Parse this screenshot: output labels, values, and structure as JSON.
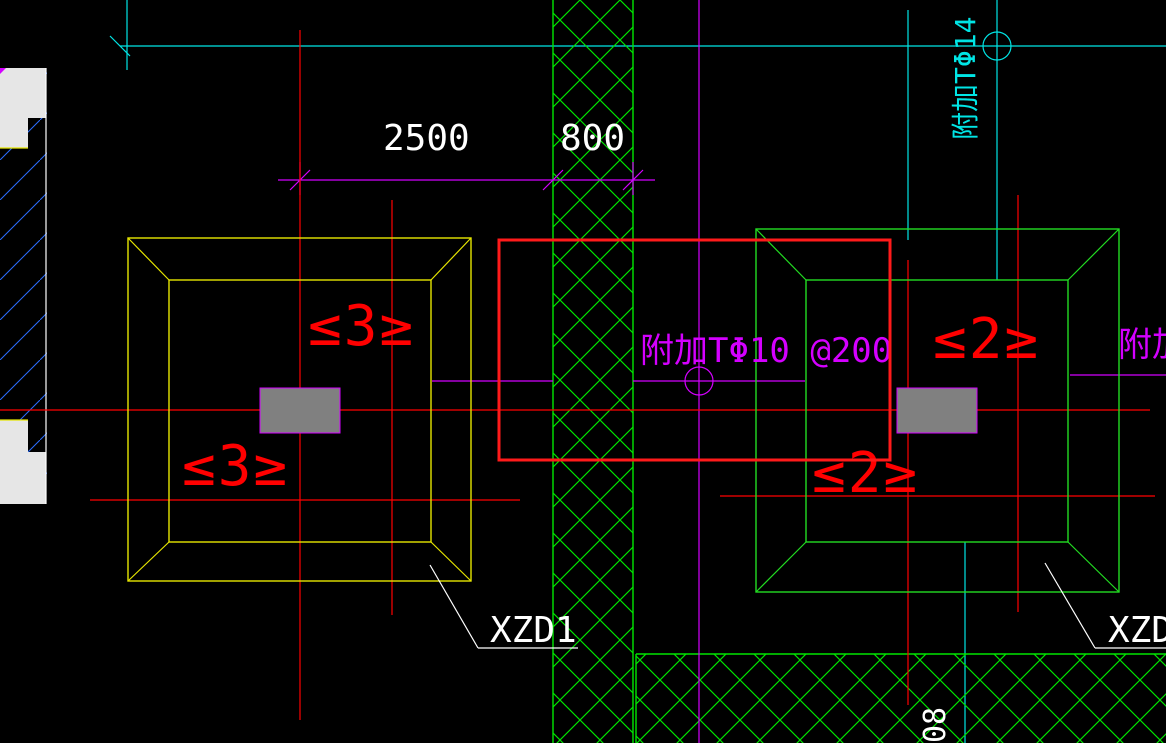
{
  "colors": {
    "background": "#000000",
    "axis_red": "#ff0000",
    "dim_magenta": "#d400ff",
    "cyan": "#00e5e5",
    "wall_green": "#00e600",
    "pad_yellow": "#e6e600",
    "pad_green": "#22dd22",
    "column_gray": "#808080",
    "white": "#ffffff",
    "highlight": "#ff1a1a",
    "blue_hatch": "#2a6cff"
  },
  "dimensions": {
    "dim_2500": "2500",
    "dim_800": "800"
  },
  "labels": {
    "rebar_vertical": "附加TΦ14",
    "rebar_center": "附加TΦ10 @200",
    "rebar_right_partial": "附加",
    "pad1_top": "≤3≥",
    "pad1_bottom": "≤3≥",
    "pad2_top": "≤2≥",
    "pad2_bottom": "≤2≥",
    "tag_xzd1": "XZD1",
    "tag_xzd_partial": "XZD",
    "bottom_number": "08"
  }
}
